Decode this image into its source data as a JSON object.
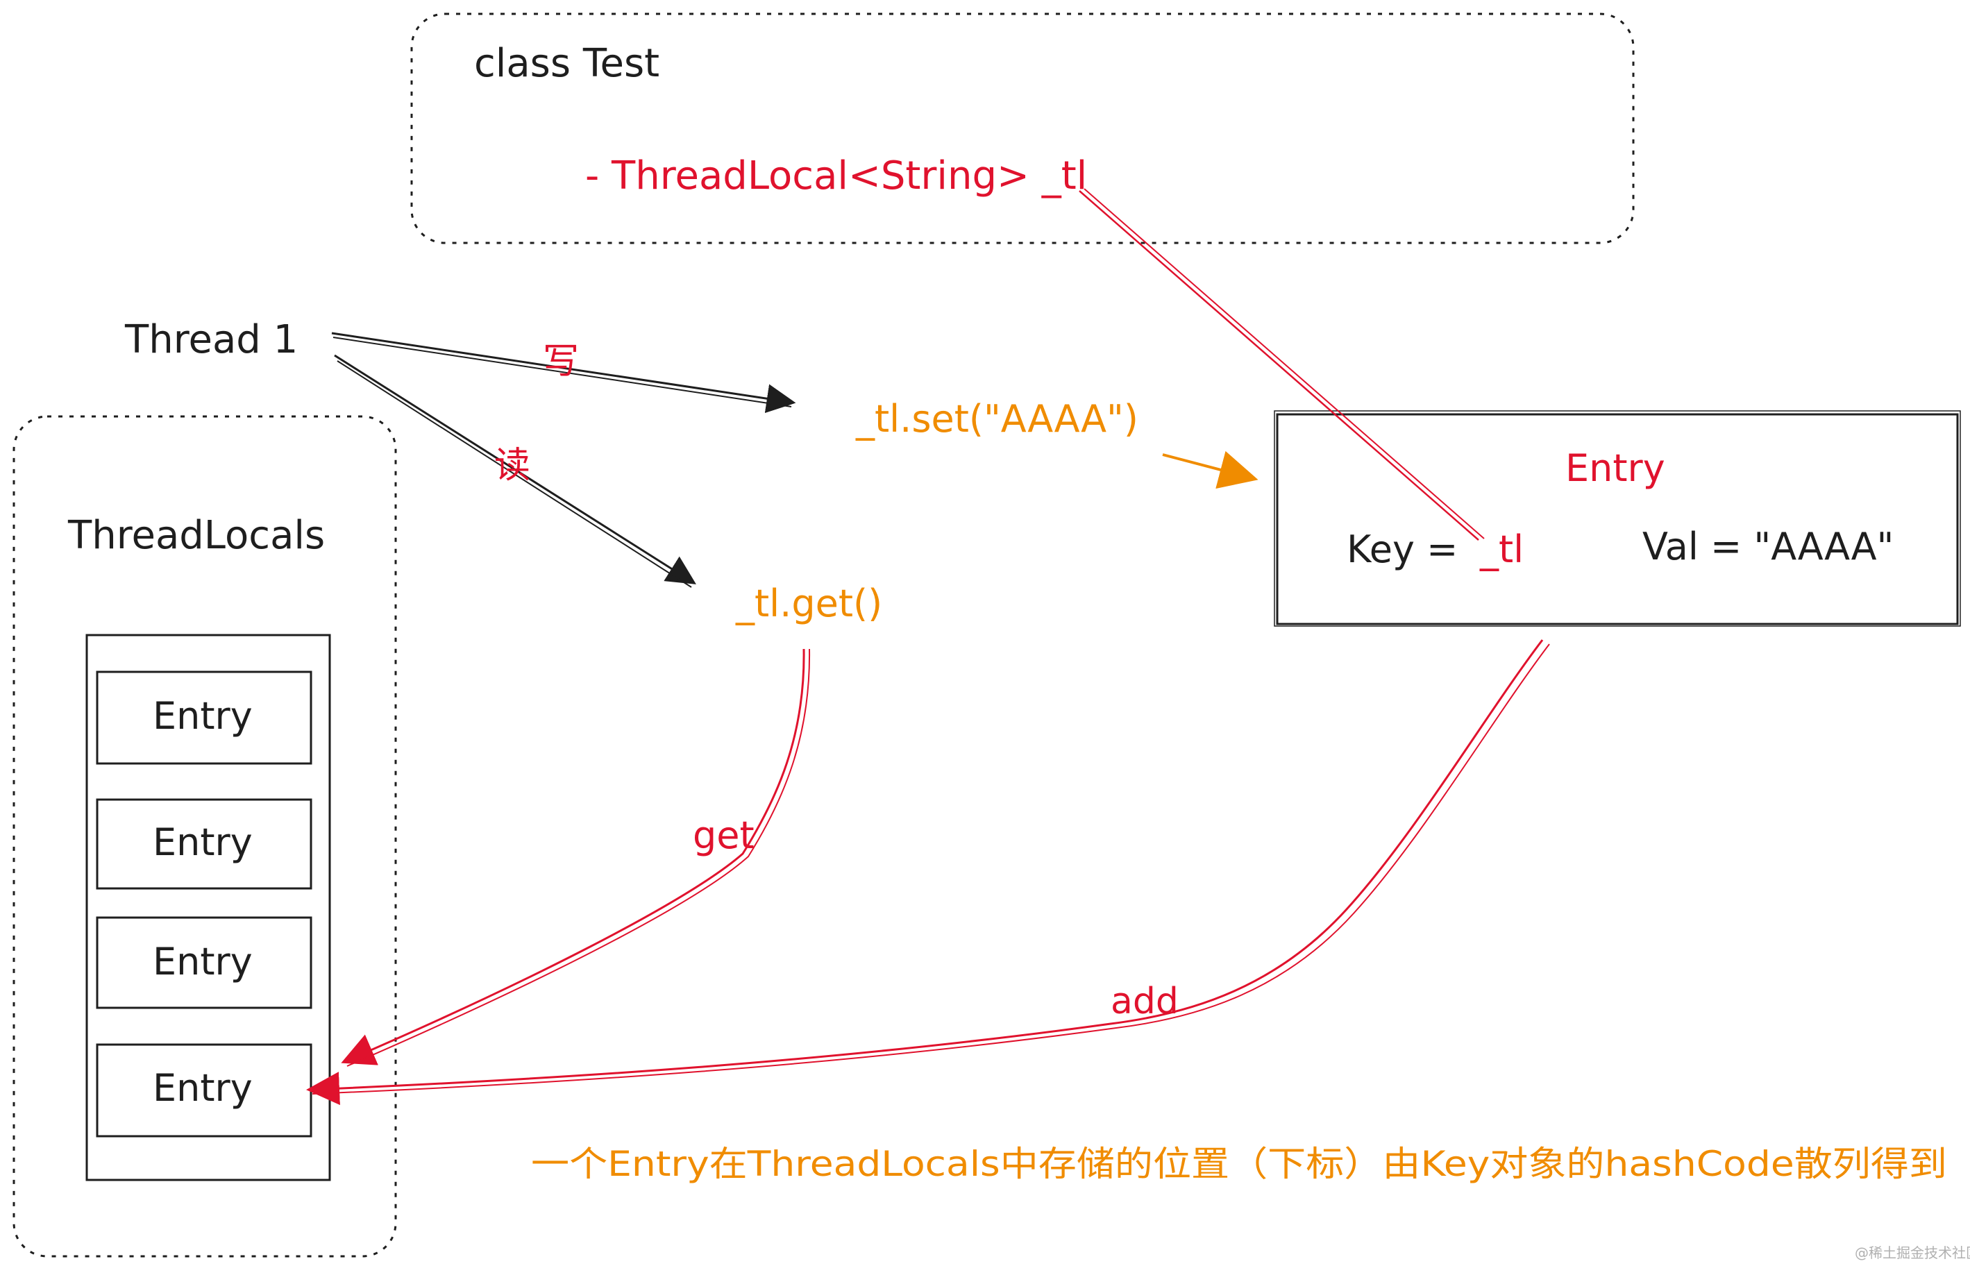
{
  "colors": {
    "ink": "#1e1e1e",
    "red": "#e0122d",
    "orange": "#f08c00",
    "muted": "#b0b0b0"
  },
  "class_box": {
    "title": "class Test",
    "field": "- ThreadLocal<String> _tl"
  },
  "thread": {
    "label": "Thread 1",
    "write_label": "写",
    "read_label": "读"
  },
  "calls": {
    "set": "_tl.set(\"AAAA\")",
    "get": "_tl.get()"
  },
  "entry_box": {
    "title": "Entry",
    "key_label": "Key =",
    "key_value": "_tl",
    "val_label": "Val = \"AAAA\""
  },
  "threadlocals": {
    "title": "ThreadLocals",
    "entries": [
      "Entry",
      "Entry",
      "Entry",
      "Entry"
    ]
  },
  "arrows": {
    "get_label": "get",
    "add_label": "add"
  },
  "note": "一个Entry在ThreadLocals中存储的位置（下标）由Key对象的hashCode散列得到",
  "watermark": "@稀土掘金技术社区"
}
